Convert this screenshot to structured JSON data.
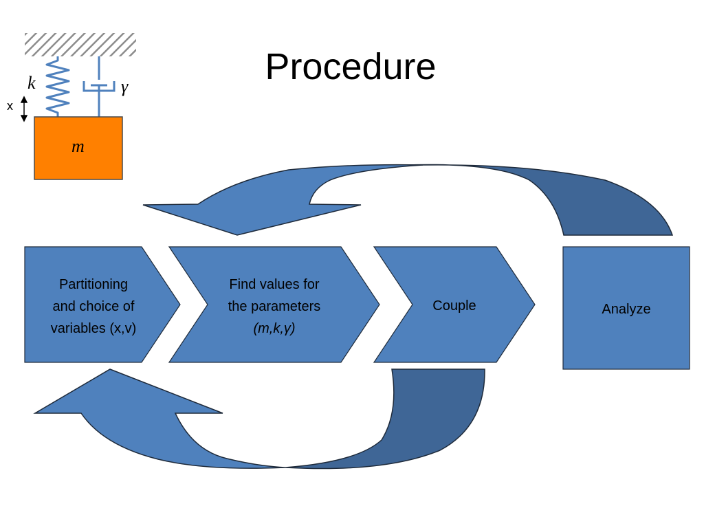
{
  "title": "Procedure",
  "colors": {
    "step_fill": "#4f81bd",
    "arrow_light": "#4f81bd",
    "arrow_dark": "#3f6696",
    "outline": "#1e2a3a",
    "mass_fill": "#ff8000",
    "spring_color": "#4f81bd",
    "hatch": "#8c8c8c"
  },
  "icons": [
    "spring-mass-damper-icon",
    "double-arrow-icon",
    "curved-feedback-arrow-icon"
  ],
  "model_labels": {
    "spring": "k",
    "damper": "γ",
    "mass": "m",
    "displacement": "x"
  },
  "steps": [
    {
      "lines": [
        "Partitioning",
        "and choice of",
        "variables (x,v)"
      ]
    },
    {
      "lines": [
        "Find values for",
        "the parameters",
        "(m,k,γ)"
      ]
    },
    {
      "lines": [
        "Couple"
      ]
    },
    {
      "lines": [
        "Analyze"
      ]
    }
  ]
}
